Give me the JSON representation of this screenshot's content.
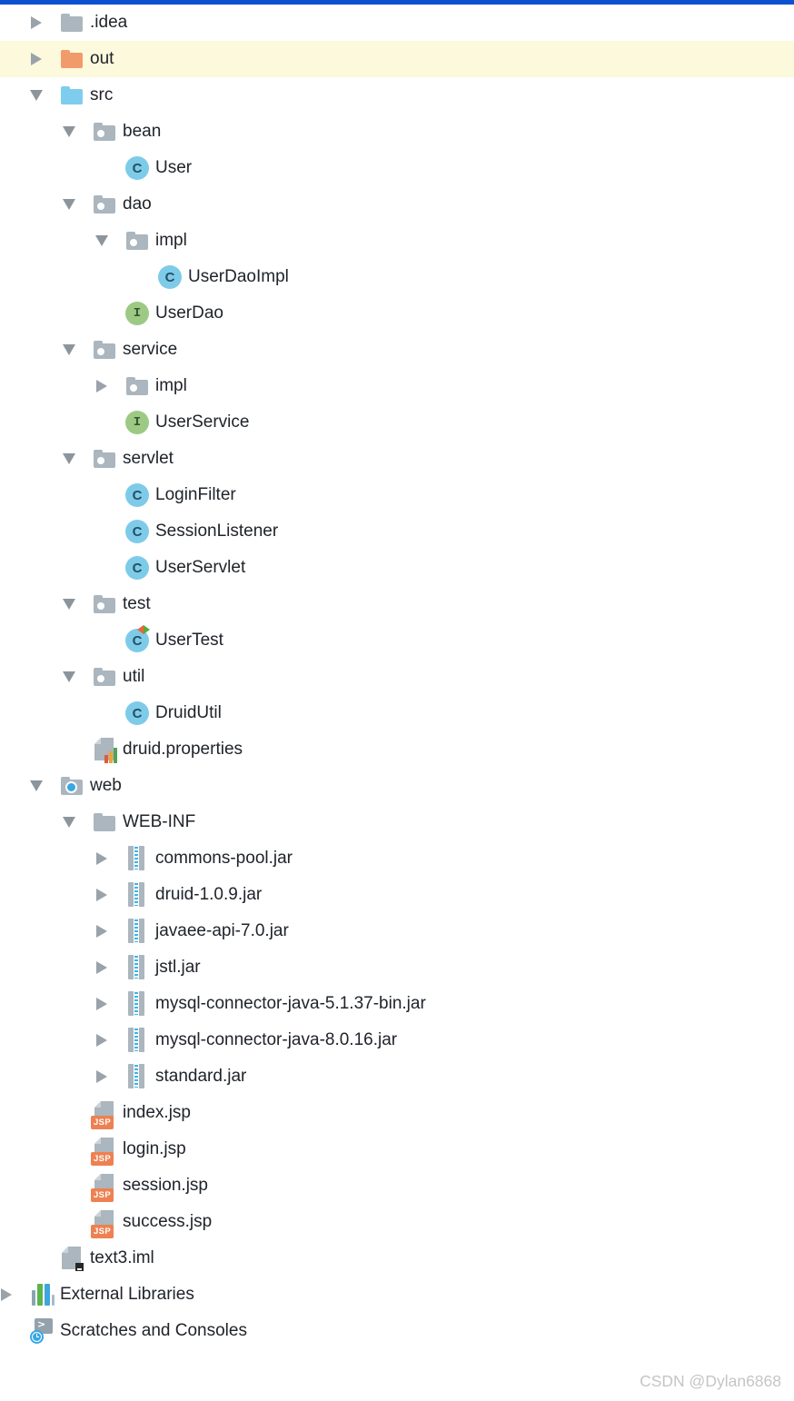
{
  "palette": {
    "top-bar": "#0b51d2",
    "row-highlight": "#fcf9dd",
    "text": "#20242a",
    "arrow": "#9aa2aa",
    "arrow-dark": "#8d959c",
    "folder-gray": "#abb6be",
    "folder-orange": "#f19b6c",
    "folder-blue": "#7fcdee",
    "class-blue": "#7ecbe9",
    "interface-green": "#9cca85",
    "jsp-orange": "#ee8152",
    "jar-zip-blue": "#3cb4e8",
    "bar-red": "#e05a40",
    "bar-amber": "#f0a23a",
    "bar-green": "#52a452",
    "lib-green": "#5bb54b",
    "lib-blue": "#3fa5dc",
    "lib-gray": "#8ba4b4",
    "scratch-blue": "#38a7e4",
    "watermark": "#c5c5c5"
  },
  "icons": {
    "class_letter": "C",
    "interface_letter": "I",
    "jsp_badge_label": "JSP",
    "scratches_prompt": ">"
  },
  "tree": {
    "rows": [
      {
        "label": ".idea",
        "depth": 1,
        "arrow": "collapsed",
        "icon": "folder"
      },
      {
        "label": "out",
        "depth": 1,
        "arrow": "collapsed",
        "icon": "folder-out",
        "highlight": true
      },
      {
        "label": "src",
        "depth": 1,
        "arrow": "expanded",
        "icon": "folder-src"
      },
      {
        "label": "bean",
        "depth": 2,
        "arrow": "expanded",
        "icon": "package"
      },
      {
        "label": "User",
        "depth": 3,
        "arrow": "none",
        "icon": "class"
      },
      {
        "label": "dao",
        "depth": 2,
        "arrow": "expanded",
        "icon": "package"
      },
      {
        "label": "impl",
        "depth": 3,
        "arrow": "expanded",
        "icon": "package"
      },
      {
        "label": "UserDaoImpl",
        "depth": 4,
        "arrow": "none",
        "icon": "class"
      },
      {
        "label": "UserDao",
        "depth": 3,
        "arrow": "none",
        "icon": "interface"
      },
      {
        "label": "service",
        "depth": 2,
        "arrow": "expanded",
        "icon": "package"
      },
      {
        "label": "impl",
        "depth": 3,
        "arrow": "collapsed",
        "icon": "package"
      },
      {
        "label": "UserService",
        "depth": 3,
        "arrow": "none",
        "icon": "interface"
      },
      {
        "label": "servlet",
        "depth": 2,
        "arrow": "expanded",
        "icon": "package"
      },
      {
        "label": "LoginFilter",
        "depth": 3,
        "arrow": "none",
        "icon": "class"
      },
      {
        "label": "SessionListener",
        "depth": 3,
        "arrow": "none",
        "icon": "class"
      },
      {
        "label": "UserServlet",
        "depth": 3,
        "arrow": "none",
        "icon": "class"
      },
      {
        "label": "test",
        "depth": 2,
        "arrow": "expanded",
        "icon": "package"
      },
      {
        "label": "UserTest",
        "depth": 3,
        "arrow": "none",
        "icon": "class-run"
      },
      {
        "label": "util",
        "depth": 2,
        "arrow": "expanded",
        "icon": "package"
      },
      {
        "label": "DruidUtil",
        "depth": 3,
        "arrow": "none",
        "icon": "class"
      },
      {
        "label": "druid.properties",
        "depth": 2,
        "arrow": "none",
        "icon": "properties"
      },
      {
        "label": "web",
        "depth": 1,
        "arrow": "expanded",
        "icon": "folder-web"
      },
      {
        "label": "WEB-INF",
        "depth": 2,
        "arrow": "expanded",
        "icon": "folder"
      },
      {
        "label": "commons-pool.jar",
        "depth": 3,
        "arrow": "collapsed",
        "icon": "jar"
      },
      {
        "label": "druid-1.0.9.jar",
        "depth": 3,
        "arrow": "collapsed",
        "icon": "jar"
      },
      {
        "label": "javaee-api-7.0.jar",
        "depth": 3,
        "arrow": "collapsed",
        "icon": "jar"
      },
      {
        "label": "jstl.jar",
        "depth": 3,
        "arrow": "collapsed",
        "icon": "jar"
      },
      {
        "label": "mysql-connector-java-5.1.37-bin.jar",
        "depth": 3,
        "arrow": "collapsed",
        "icon": "jar"
      },
      {
        "label": "mysql-connector-java-8.0.16.jar",
        "depth": 3,
        "arrow": "collapsed",
        "icon": "jar"
      },
      {
        "label": "standard.jar",
        "depth": 3,
        "arrow": "collapsed",
        "icon": "jar"
      },
      {
        "label": "index.jsp",
        "depth": 2,
        "arrow": "none",
        "icon": "jsp"
      },
      {
        "label": "login.jsp",
        "depth": 2,
        "arrow": "none",
        "icon": "jsp"
      },
      {
        "label": "session.jsp",
        "depth": 2,
        "arrow": "none",
        "icon": "jsp"
      },
      {
        "label": "success.jsp",
        "depth": 2,
        "arrow": "none",
        "icon": "jsp"
      },
      {
        "label": "text3.iml",
        "depth": 1,
        "arrow": "none",
        "icon": "iml"
      },
      {
        "label": "External Libraries",
        "depth": 0,
        "arrow": "collapsed",
        "icon": "libraries"
      },
      {
        "label": "Scratches and Consoles",
        "depth": 0,
        "arrow": "none",
        "icon": "scratches"
      }
    ]
  },
  "watermark": {
    "text": "CSDN @Dylan6868"
  }
}
